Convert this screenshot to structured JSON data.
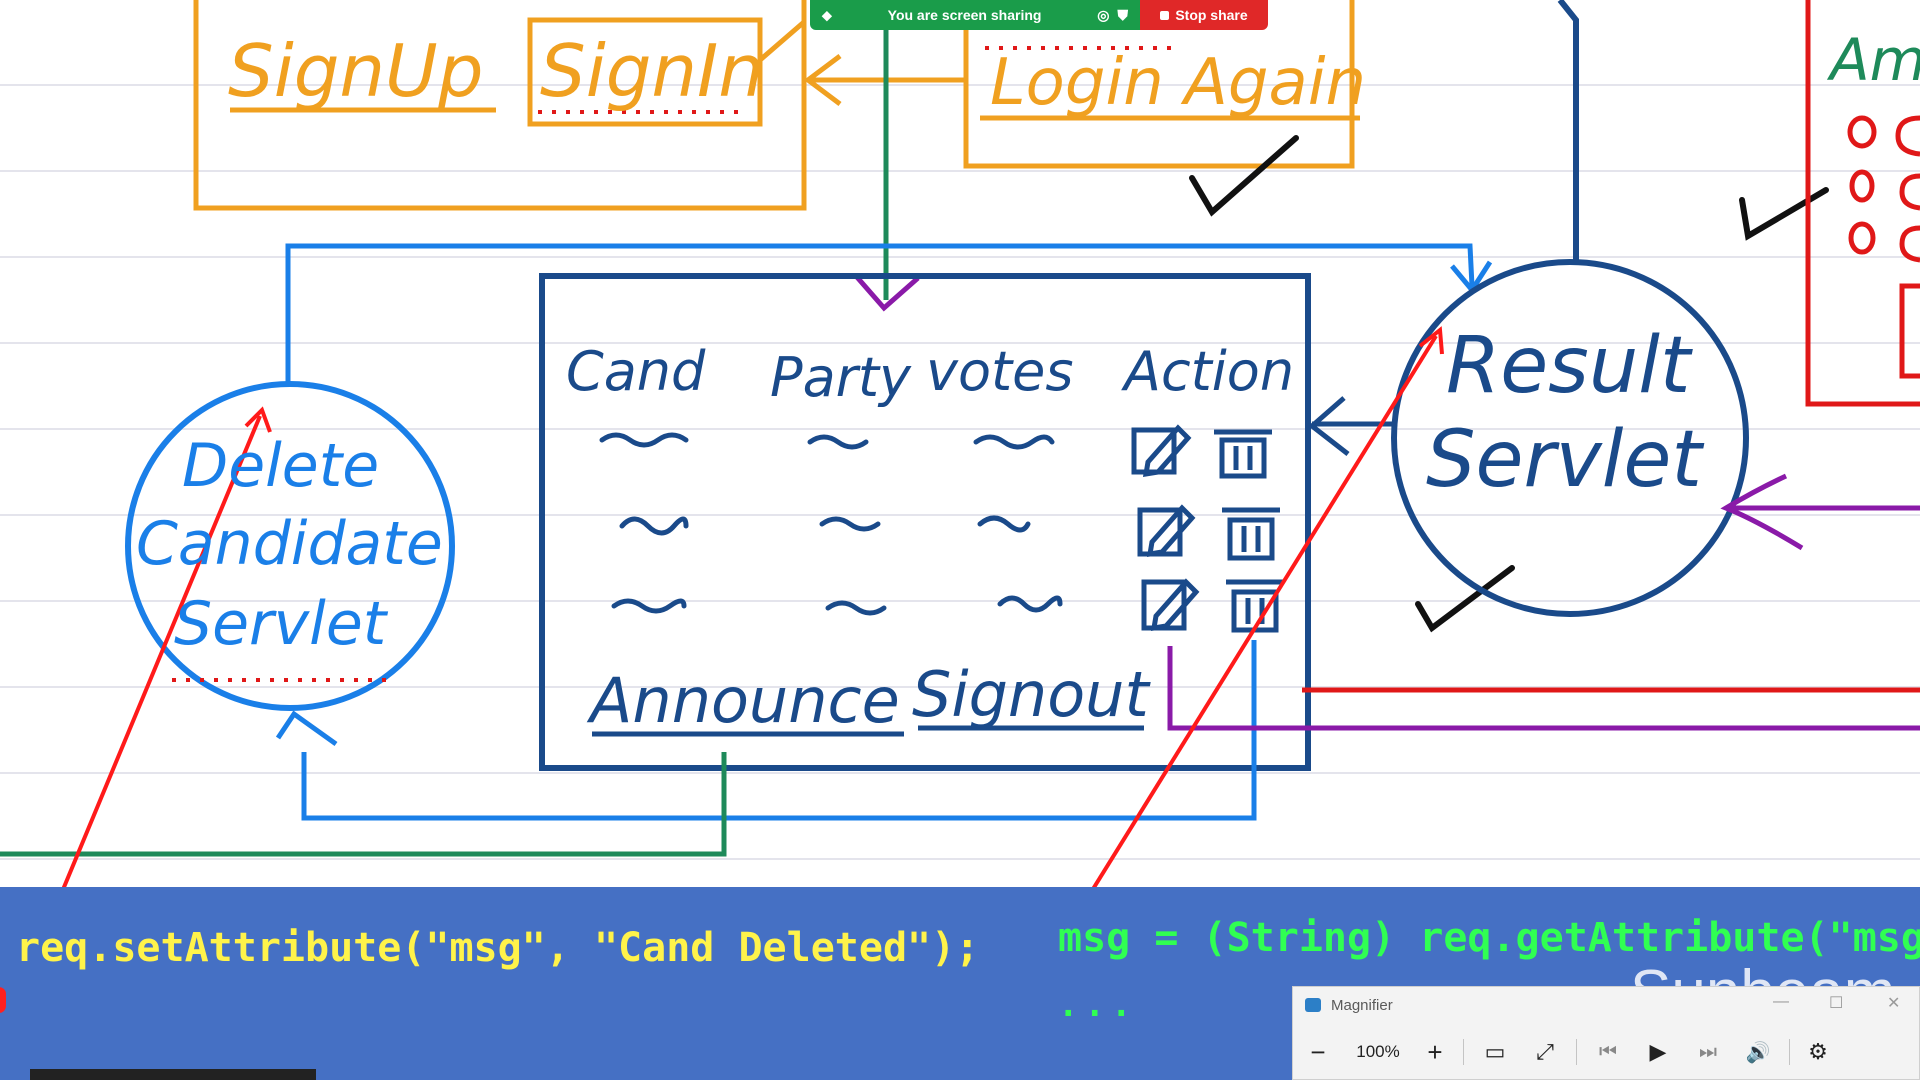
{
  "share_bar": {
    "status_text": "You are screen sharing",
    "stop_label": "Stop share",
    "colors": {
      "status": "#1a9c4a",
      "stop": "#e02828"
    }
  },
  "board": {
    "signup": "SignUp",
    "signin": "SignIn",
    "login_again": "Login Again",
    "partial_top_right": "Am",
    "table_headers": [
      "Cand",
      "Party",
      "votes",
      "Action"
    ],
    "announce": "Announce",
    "signout": "Signout",
    "delete_servlet": [
      "Delete",
      "Candidate",
      "Servlet"
    ],
    "result_servlet": [
      "Result",
      "Servlet"
    ],
    "icons": {
      "edit": "edit-icon",
      "delete": "trash-icon"
    },
    "colors": {
      "orange": "#f0a020",
      "blue": "#1a7fe8",
      "navy": "#1a4a8a",
      "green": "#1e8a5a",
      "red": "#e01818",
      "purple": "#8a1aa8"
    }
  },
  "code": {
    "left": "req.setAttribute(\"msg\", \"Cand Deleted\");",
    "right": "msg = (String) req.getAttribute(\"msg\").",
    "dots": "...",
    "watermark": "Sunbeam"
  },
  "magnifier": {
    "title": "Magnifier",
    "zoom": "100%",
    "minus": "−",
    "plus": "+"
  }
}
